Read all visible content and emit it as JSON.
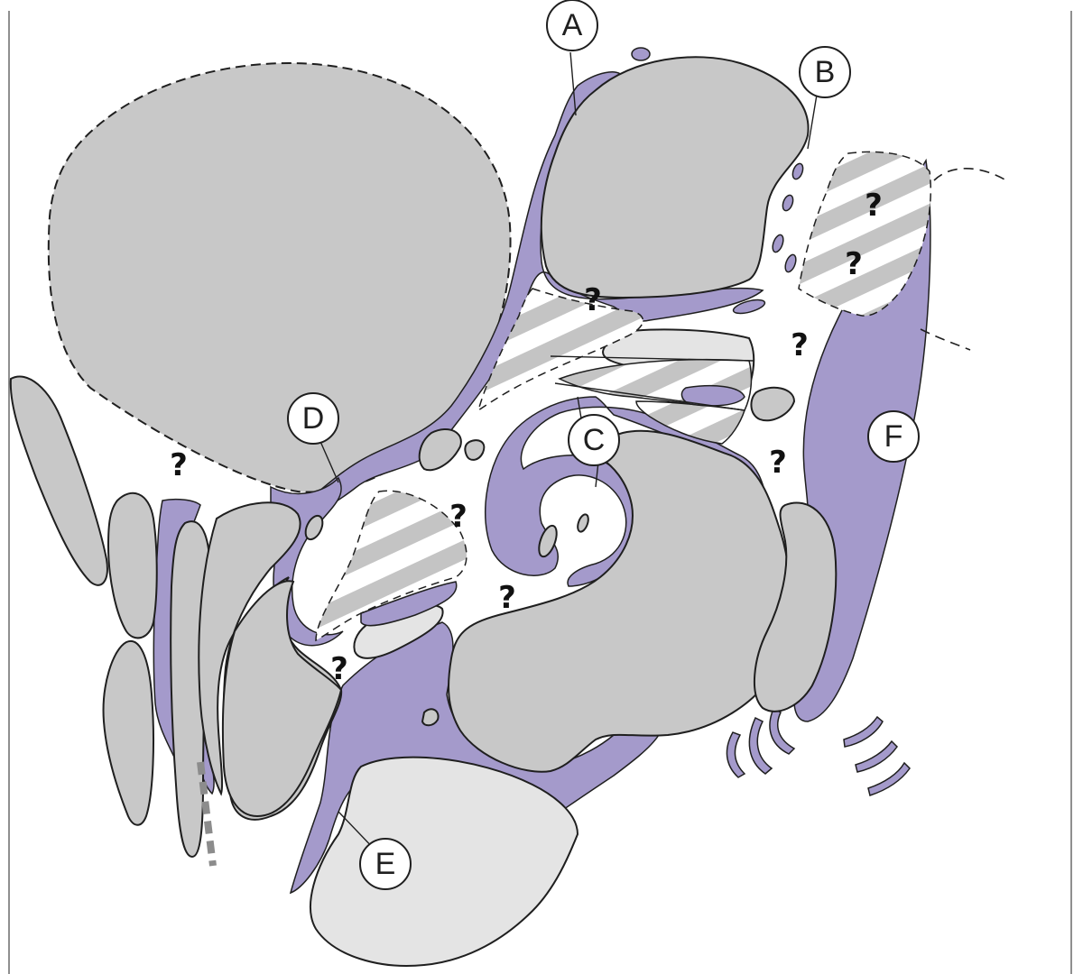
{
  "labels": [
    "A",
    "B",
    "C",
    "D",
    "E",
    "F"
  ],
  "unknown_marker": "?",
  "colors": {
    "bone": "#c8c8c8",
    "bone_light": "#e4e4e4",
    "tissue": "#a49acb",
    "stripe": "#c4c4c4",
    "outline": "#1f1f1f"
  }
}
